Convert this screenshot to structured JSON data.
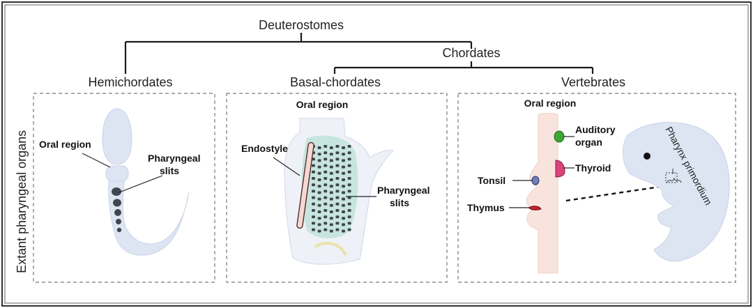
{
  "tree": {
    "root": "Deuterostomes",
    "chordates": "Chordates",
    "hemichordates": "Hemichordates",
    "basal_chordates": "Basal-chordates",
    "vertebrates": "Vertebrates"
  },
  "side_label": "Extant pharyngeal organs",
  "panel_hemi": {
    "oral_region": "Oral region",
    "pharyngeal_line1": "Pharyngeal",
    "pharyngeal_line2": "slits"
  },
  "panel_basal": {
    "oral_region": "Oral region",
    "endostyle": "Endostyle",
    "pharyngeal_line1": "Pharyngeal",
    "pharyngeal_line2": "slits"
  },
  "panel_vert": {
    "oral_region": "Oral region",
    "auditory_line1": "Auditory",
    "auditory_line2": "organ",
    "thyroid": "Thyroid",
    "tonsil": "Tonsil",
    "thymus": "Thymus",
    "pharynx_primordium": "Pharynx primordium"
  },
  "colors": {
    "body_blue": "#dde5f3",
    "body_pink": "#f8e4dc",
    "slit_dark": "#3f4650",
    "pharynx_green": "#bfe3d8",
    "auditory_green": "#3fa535",
    "thyroid_pink": "#d9447a",
    "tonsil_blue": "#6f80b8",
    "thymus_red": "#c8202a"
  }
}
